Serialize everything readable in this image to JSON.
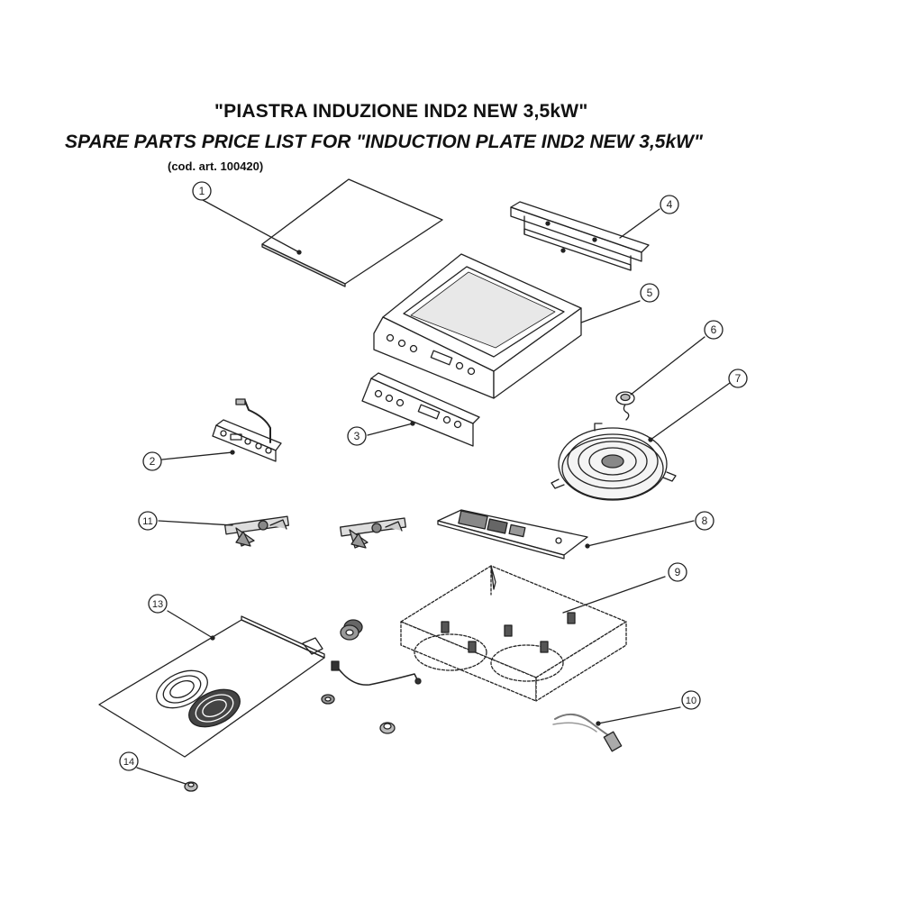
{
  "header": {
    "title_it": "\"PIASTRA INDUZIONE IND2 NEW 3,5kW\"",
    "title_en": "SPARE PARTS PRICE LIST FOR \"INDUCTION PLATE IND2 NEW 3,5kW\"",
    "code": "(cod. art. 100420)"
  },
  "callouts": {
    "c1": "1",
    "c2": "2",
    "c3": "3",
    "c4": "4",
    "c5": "5",
    "c6": "6",
    "c7": "7",
    "c8": "8",
    "c9": "9",
    "c10": "10",
    "c11": "11",
    "c13": "13",
    "c14": "14"
  }
}
